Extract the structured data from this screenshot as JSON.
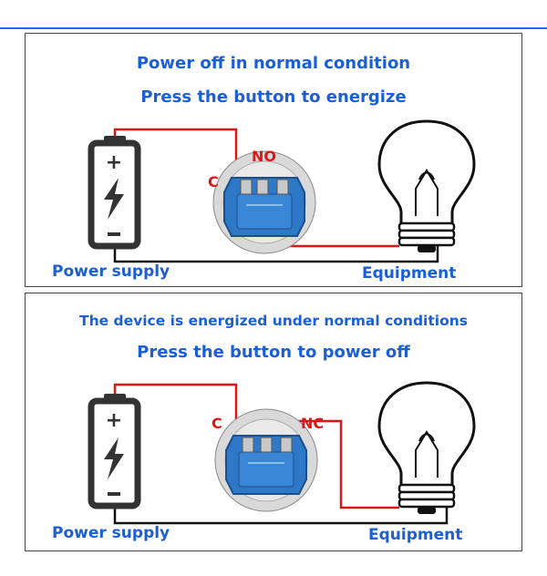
{
  "panel1": {
    "title": "Power off in normal condition",
    "subtitle": "Press the button to energize",
    "terminal_left": "C",
    "terminal_right": "NO",
    "power_label": "Power supply",
    "equipment_label": "Equipment"
  },
  "panel2": {
    "title": "The device is energized under normal conditions",
    "subtitle": "Press the button to power off",
    "terminal_left": "C",
    "terminal_right": "NC",
    "power_label": "Power supply",
    "equipment_label": "Equipment"
  },
  "colors": {
    "heading": "#1a5fd6",
    "wire_red": "#e01515",
    "wire_black": "#111111",
    "button_blue": "#2e78c8",
    "battery_outline": "#333333"
  },
  "icons": [
    "battery-icon",
    "lightning-icon",
    "push-button-icon",
    "light-bulb-icon"
  ]
}
